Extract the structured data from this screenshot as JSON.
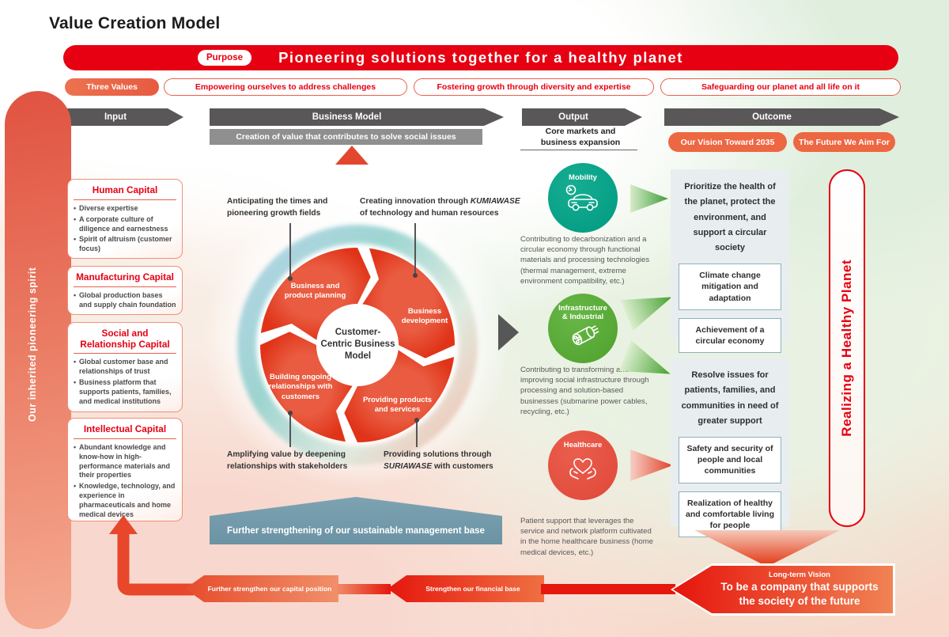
{
  "page": {
    "title": "Value Creation Model"
  },
  "purpose": {
    "label": "Purpose",
    "title": "Pioneering solutions together for a healthy planet"
  },
  "values": {
    "label": "Three Values",
    "items": [
      "Empowering ourselves to address challenges",
      "Fostering growth through diversity and expertise",
      "Safeguarding our planet and all life on it"
    ]
  },
  "flow": {
    "input": "Input",
    "business_model": "Business Model",
    "output": "Output",
    "outcome": "Outcome",
    "business_model_sub": "Creation of value that contributes to solve social issues",
    "output_sub": "Core markets and business expansion",
    "outcome_buttons": [
      "Our Vision Toward 2035",
      "The Future We Aim For"
    ]
  },
  "spirit": "Our inherited pioneering spirit",
  "capitals": [
    {
      "title": "Human Capital",
      "bullets": [
        "Diverse expertise",
        "A corporate culture of diligence and earnestness",
        "Spirit of altruism (customer focus)"
      ]
    },
    {
      "title": "Manufacturing Capital",
      "bullets": [
        "Global production bases and supply chain foundation"
      ]
    },
    {
      "title": "Social and Relationship Capital",
      "bullets": [
        "Global customer base and relationships of trust",
        "Business platform that supports patients, families, and medical institutions"
      ]
    },
    {
      "title": "Intellectual Capital",
      "bullets": [
        "Abundant knowledge and know-how in high-performance materials and their properties",
        "Knowledge, technology, and experience in pharmaceuticals and home medical devices"
      ]
    }
  ],
  "business_model": {
    "center": "Customer-Centric Business Model",
    "segments": [
      "Business and product planning",
      "Business development",
      "Providing products and services",
      "Building ongoing relationships with customers"
    ],
    "callouts": [
      {
        "text": "Anticipating the times and pioneering growth fields"
      },
      {
        "pre": "Creating innovation through ",
        "em": "KUMIAWASE",
        "post": "of technology and human resources"
      },
      {
        "text": "Amplifying value by deepening relationships with stakeholders"
      },
      {
        "pre": "Providing solutions through",
        "em": "SURIAWASE",
        "post": " with customers"
      }
    ],
    "base_banner": "Further strengthening of our sustainable management base"
  },
  "output": {
    "markets": [
      {
        "name": "Mobility",
        "icon": "car-icon",
        "description": "Contributing to decarbonization and a circular economy through functional materials and processing technologies (thermal management, extreme environment compatibility, etc.)"
      },
      {
        "name": "Infrastructure & Industrial",
        "icon": "cable-icon",
        "description": "Contributing to transforming and improving social infrastructure through processing and solution-based businesses (submarine power cables, recycling, etc.)"
      },
      {
        "name": "Healthcare",
        "icon": "heart-hands-icon",
        "description": "Patient support that leverages the service and network platform cultivated in the home healthcare business (home medical devices, etc.)"
      }
    ]
  },
  "outcome": {
    "groups": [
      {
        "title": "Prioritize the health of the planet, protect the environment, and support a circular society",
        "items": [
          "Climate change mitigation and adaptation",
          "Achievement of a circular economy"
        ]
      },
      {
        "title": "Resolve issues for patients, families, and communities in need of greater support",
        "items": [
          "Safety and security of people and local communities",
          "Realization of healthy and comfortable living for people"
        ]
      }
    ],
    "banner": "Realizing a Healthy Planet"
  },
  "foundation": {
    "capital_arrow": "Further strengthen our capital position",
    "financial_arrow": "Strengthen our financial base",
    "vision_label": "Long-term Vision",
    "vision_title": "To be a company that supports the society of the future"
  },
  "colors": {
    "brand_red": "#e60012",
    "orange": "#ed6742",
    "teal_circle": "#009a81",
    "green_circle": "#4ea02c",
    "red_circle": "#e04738",
    "slate_banner": "#6b93a4",
    "dark_arrow": "#595757"
  }
}
